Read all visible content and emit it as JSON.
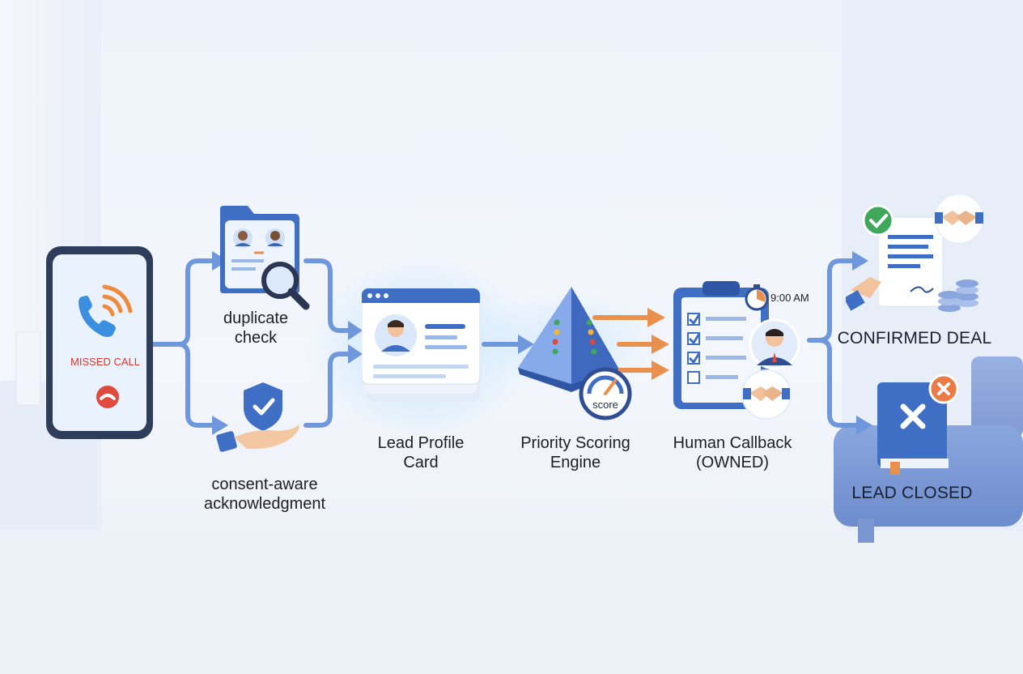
{
  "nodes": {
    "phone": {
      "status_text": "MISSED CALL"
    },
    "duplicate": {
      "label_line1": "duplicate",
      "label_line2": "check"
    },
    "consent": {
      "label_line1": "consent-aware",
      "label_line2": "acknowledgment"
    },
    "profile": {
      "label_line1": "Lead Profile",
      "label_line2": "Card"
    },
    "scoring": {
      "label_line1": "Priority Scoring",
      "label_line2": "Engine",
      "gauge_text": "score"
    },
    "callback": {
      "label_line1": "Human Callback",
      "label_line2": "(OWNED)",
      "time": "9:00 AM"
    },
    "confirmed": {
      "label": "CONFIRMED DEAL"
    },
    "closed": {
      "label": "LEAD CLOSED"
    }
  },
  "colors": {
    "accent_blue": "#3f6fc4",
    "connector_blue": "#6f98dc",
    "orange_arrow": "#e9904d",
    "check_green": "#3fa85a",
    "close_orange": "#ec7a45",
    "call_red": "#e04a3c"
  },
  "icons": [
    "phone-icon",
    "missed-call-icon",
    "folder-icon",
    "magnifier-icon",
    "shield-check-icon",
    "hand-icon",
    "profile-card-icon",
    "pyramid-icon",
    "gauge-icon",
    "clipboard-checklist-icon",
    "stopwatch-icon",
    "agent-avatar-icon",
    "handshake-icon",
    "contract-icon",
    "coins-icon",
    "book-icon",
    "close-badge-icon"
  ]
}
